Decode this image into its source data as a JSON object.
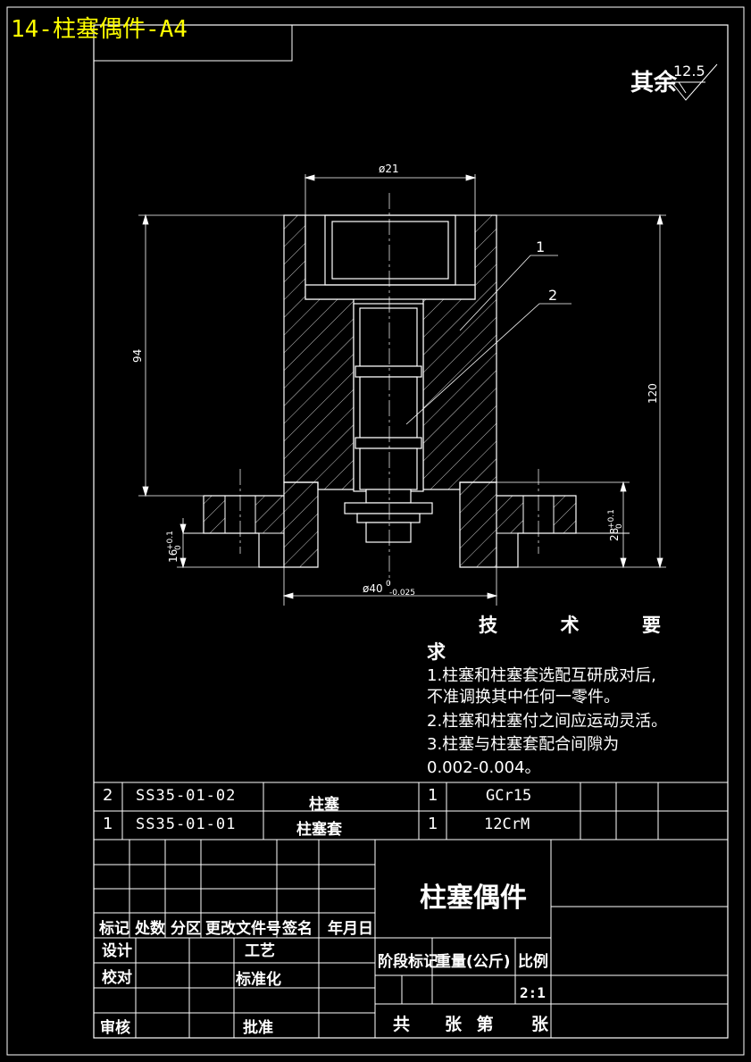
{
  "sheet": {
    "title_tag": "14-柱塞偶件-A4",
    "roughness_label": "其余",
    "roughness_value": "12.5"
  },
  "dimensions": {
    "top_bore": "ø21",
    "left_height": "94",
    "right_height": "120",
    "left_flange": "16",
    "left_flange_tol_upper": "+0.1",
    "left_flange_tol_lower": "0",
    "right_flange": "28",
    "right_flange_tol_upper": "+0.1",
    "right_flange_tol_lower": "0",
    "bottom_dia": "ø40",
    "bottom_dia_tol_upper": "0",
    "bottom_dia_tol_lower": "-0.025"
  },
  "leaders": {
    "part1": "1",
    "part2": "2"
  },
  "technical_requirements": {
    "heading_chars": [
      "技",
      "术",
      "要"
    ],
    "heading_tail": "求",
    "items": [
      "1.柱塞和柱塞套选配互研成对后,",
      "不准调换其中任何一零件。",
      "2.柱塞和柱塞付之间应运动灵活。",
      "3.柱塞与柱塞套配合间隙为",
      "0.002-0.004。"
    ]
  },
  "bom": [
    {
      "no": "2",
      "code": "SS35-01-02",
      "name": "柱塞",
      "qty": "1",
      "material": "GCr15"
    },
    {
      "no": "1",
      "code": "SS35-01-01",
      "name": "柱塞套",
      "qty": "1",
      "material": "12CrM"
    }
  ],
  "title_block": {
    "drawing_name": "柱塞偶件",
    "rev_headers": [
      "标记",
      "处数",
      "分区",
      "更改文件号",
      "签名",
      "年月日"
    ],
    "design": "设计",
    "process": "工艺",
    "check": "校对",
    "standard": "标准化",
    "review": "审核",
    "approve": "批准",
    "stage_mark": "阶段标记",
    "weight": "重量(公斤)",
    "scale_label": "比例",
    "scale_value": "2:1",
    "sheets_total": "共",
    "sheets_mid": "张 第",
    "sheets_end": "张"
  }
}
